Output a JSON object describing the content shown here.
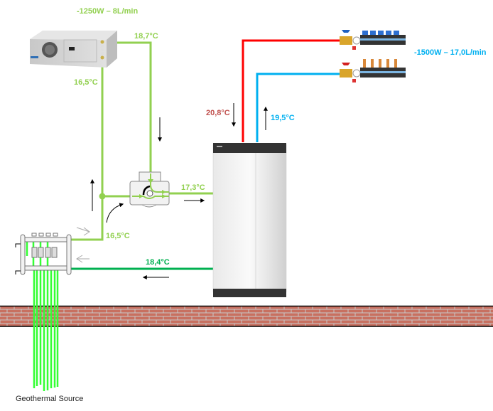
{
  "diagram": {
    "title": "Geothermal heat pump cooling schematic",
    "fan_coil": {
      "name": "Fan coil unit",
      "rating": "-1250W – 8L/min",
      "supply_temp": "18,7°C",
      "return_temp": "16,5°C"
    },
    "floor_manifold": {
      "name": "Underfloor manifolds",
      "rating": "-1500W – 17,0L/min",
      "supply_temp": "20,8°C",
      "return_temp": "19,5°C"
    },
    "mixing_valve": {
      "name": "3-way mixing valve",
      "outlet_temp": "17,3°C"
    },
    "ground_manifold": {
      "name": "Ground loop manifold",
      "outlet_temp": "16,5°C",
      "return_temp": "18,4°C"
    },
    "heat_pump": {
      "name": "Heat pump unit"
    },
    "ground": {
      "name": "Ground surface (brick)"
    },
    "source_label": "Geothermal Source",
    "colors": {
      "light_green_pipe": "#92d050",
      "dark_green_pipe": "#00b050",
      "hot_pipe": "#ff0000",
      "cold_pipe": "#00b0f0",
      "loop_pipe": "#33ff33",
      "brick": "#c87060",
      "mortar": "#c8c8c8"
    }
  }
}
